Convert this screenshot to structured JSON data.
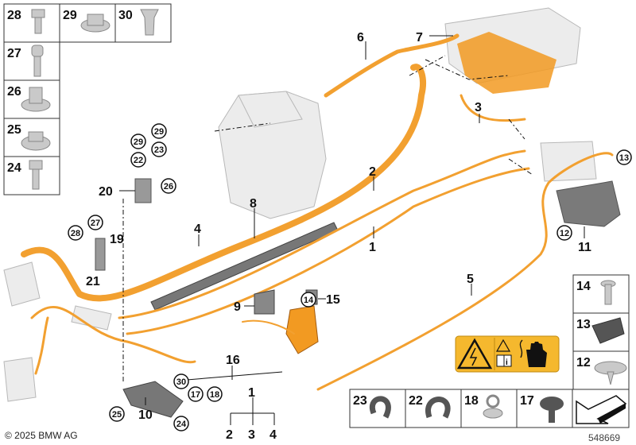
{
  "diagram": {
    "labels": {
      "l1": "1",
      "l1b": "1",
      "l2": "2",
      "l2b": "2",
      "l3": "3",
      "l3b": "3",
      "l4": "4",
      "l4b": "4",
      "l5": "5",
      "l6": "6",
      "l7": "7",
      "l8": "8",
      "l9": "9",
      "l10": "10",
      "l11": "11",
      "l15": "15",
      "l16": "16",
      "l19": "19",
      "l20": "20",
      "l21": "21"
    },
    "callouts": {
      "c29a": "29",
      "c29b": "29",
      "c23": "23",
      "c22": "22",
      "c26": "26",
      "c27": "27",
      "c28": "28",
      "c13": "13",
      "c12": "12",
      "c14": "14",
      "c30": "30",
      "c17": "17",
      "c18": "18",
      "c25": "25",
      "c24": "24"
    },
    "parts_left": [
      "28",
      "29",
      "30",
      "27",
      "26",
      "25",
      "24"
    ],
    "parts_right": [
      "14",
      "13",
      "12"
    ],
    "parts_bottom": [
      "23",
      "22",
      "18",
      "17"
    ],
    "warning_label": {
      "info_glyph": "i",
      "color": "#f5b82e"
    }
  },
  "footer": {
    "copyright": "© 2025 BMW AG",
    "diagram_number": "548669"
  },
  "colors": {
    "cable": "#f2a030"
  }
}
